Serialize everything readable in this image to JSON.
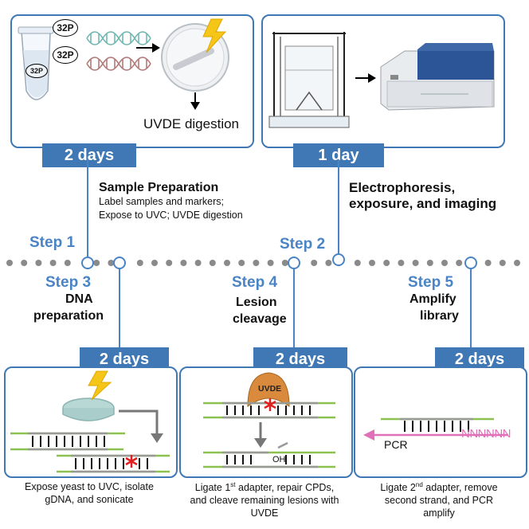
{
  "top_left": {
    "isotope": "32P",
    "label": "UVDE digestion",
    "duration": "2 days",
    "title": "Sample Preparation",
    "desc_line1": "Label samples and markers;",
    "desc_line2": "Expose to UVC; UVDE digestion"
  },
  "top_right": {
    "duration": "1 day",
    "title_line1": "Electrophoresis,",
    "title_line2": "exposure, and imaging"
  },
  "steps": {
    "step1": "Step 1",
    "step2": "Step 2",
    "step3": "Step 3",
    "step4": "Step 4",
    "step5": "Step 5"
  },
  "step3": {
    "title_line1": "DNA",
    "title_line2": "preparation",
    "duration": "2 days",
    "cap_line1": "Expose yeast to UVC, isolate",
    "cap_line2": "gDNA, and sonicate"
  },
  "step4": {
    "title_line1": "Lesion",
    "title_line2": "cleavage",
    "duration": "2 days",
    "enzyme": "UVDE",
    "oh": "OH",
    "cap_line1_pre": "Ligate 1",
    "cap_line1_sup": "st",
    "cap_line1_post": " adapter, repair CPDs,",
    "cap_line2": "and cleave remaining lesions with",
    "cap_line3": "UVDE"
  },
  "step5": {
    "title_line1": "Amplify",
    "title_line2": "library",
    "duration": "2 days",
    "pcr": "PCR",
    "barcode": "NNNNNN",
    "cap_line1_pre": "Ligate 2",
    "cap_line1_sup": "nd",
    "cap_line1_post": " adapter, remove",
    "cap_line2": "second strand, and PCR",
    "cap_line3": "amplify"
  },
  "colors": {
    "accent": "#3f78b4",
    "step_text": "#4a84c4",
    "adapter": "#8cc152",
    "pink": "#e070b8",
    "lesion": "#e02020",
    "enzyme": "#d98a3c",
    "dots": "#8a8a8a"
  }
}
